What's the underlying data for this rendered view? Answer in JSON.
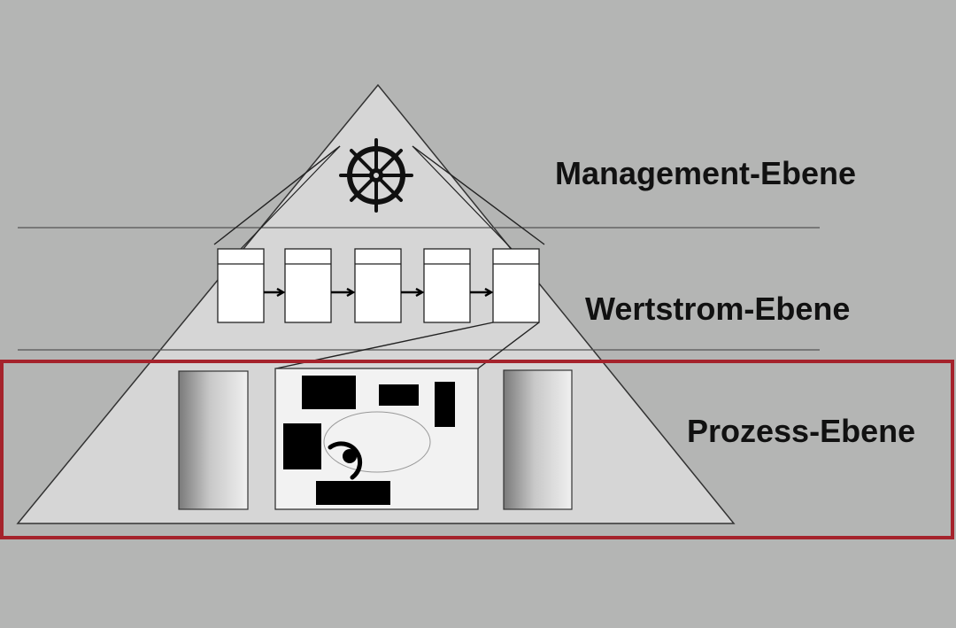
{
  "levels": {
    "management": {
      "label": "Management-Ebene"
    },
    "wertstrom": {
      "label": "Wertstrom-Ebene",
      "process_box_count": 5
    },
    "prozess": {
      "label": "Prozess-Ebene",
      "highlighted": true
    }
  },
  "icons": {
    "top": "ship-wheel-icon"
  },
  "colors": {
    "background": "#b4b5b4",
    "pyramid_fill": "#d6d6d6",
    "highlight_border": "#a5232c",
    "box_fill": "#ffffff",
    "ink": "#111111"
  }
}
